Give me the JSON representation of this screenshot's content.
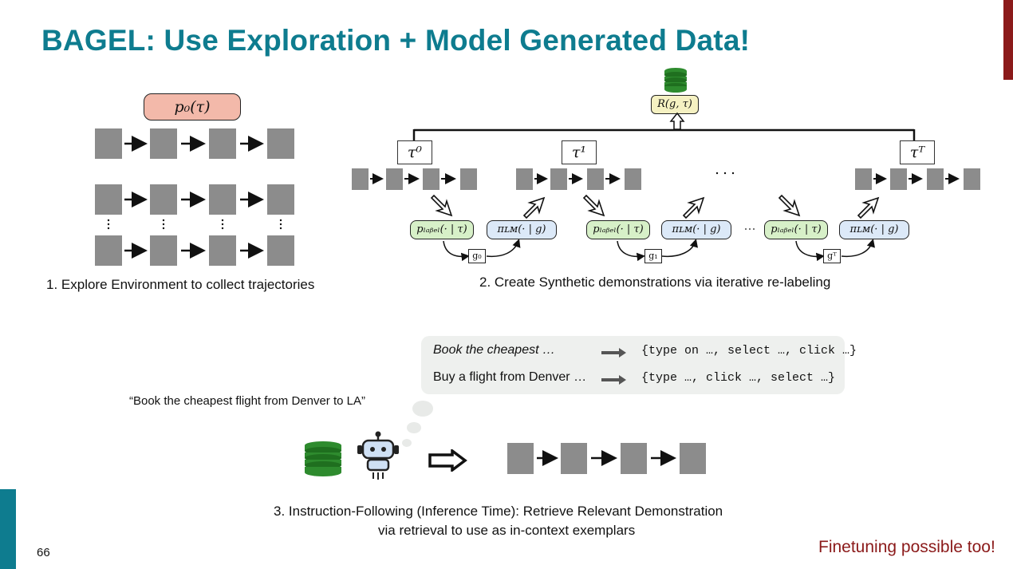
{
  "slide": {
    "title": "BAGEL: Use Exploration + Model Generated Data!",
    "page_number": "66",
    "footer_note": "Finetuning possible too!"
  },
  "colors": {
    "title": "#0e7c8f",
    "accent_red": "#8b1a1a",
    "square": "#8c8c8c",
    "p0_box": "#f3b9aa",
    "reward_box": "#f5f1c2",
    "label_box": "#d7f0c8",
    "lm_box": "#dce9f8",
    "database": "#2e8b2e"
  },
  "step1": {
    "prior_label": "p₀(τ)",
    "caption": "1. Explore Environment to collect trajectories"
  },
  "step2": {
    "reward_label": "R(g, τ)",
    "trajectories": [
      "τ⁰",
      "τ¹",
      "τᵀ"
    ],
    "label_model": "pₗₐᵦₑₗ(· | τ)",
    "lm_model": "πʟᴍ(· | g)",
    "goals": [
      "g₀",
      "g₁",
      "gᵀ"
    ],
    "caption": "2. Create Synthetic demonstrations via iterative re-labeling"
  },
  "examples": [
    {
      "instruction": "Book the cheapest …",
      "actions": "{type on …, select …, click …}"
    },
    {
      "instruction": "Buy a flight from Denver …",
      "actions": "{type …, click …, select …}"
    }
  ],
  "step3": {
    "quote": "“Book the cheapest flight from Denver to LA”",
    "caption_line1": "3. Instruction-Following (Inference Time): Retrieve Relevant Demonstration",
    "caption_line2": "via retrieval to use as in-context exemplars"
  },
  "icons": [
    "database-icon",
    "robot-icon",
    "thought-bubble-icon",
    "double-arrow-icon",
    "diagonal-arrow-icon"
  ]
}
